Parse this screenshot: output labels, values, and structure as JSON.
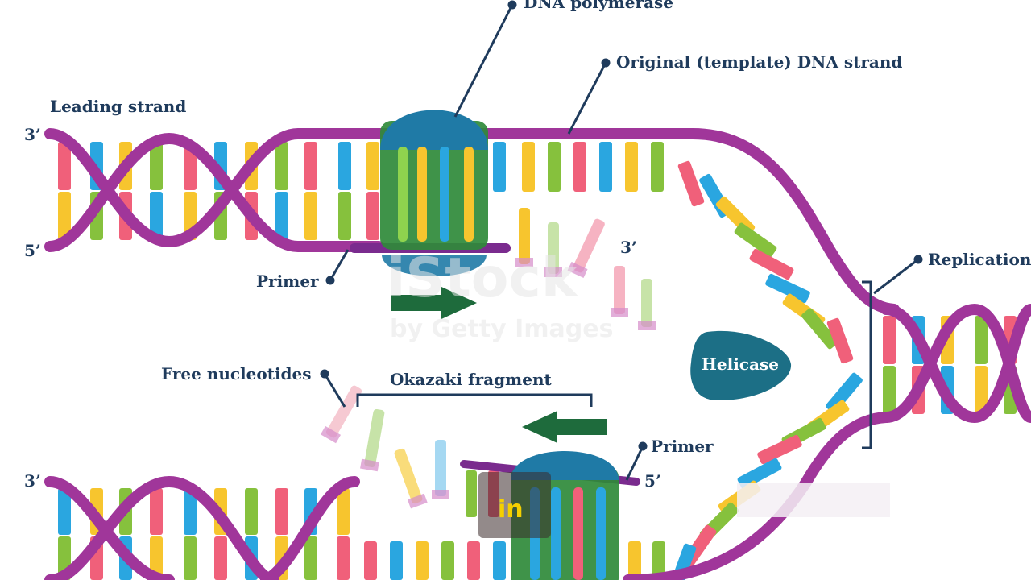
{
  "labels": {
    "dna_polymerase": "DNA polymerase",
    "template_strand": "Original (template) DNA strand",
    "leading_strand": "Leading strand",
    "primer_top": "Primer",
    "primer_bottom": "Primer",
    "free_nucleotides": "Free nucleotides",
    "okazaki_fragment": "Okazaki fragment",
    "helicase": "Helicase",
    "replication": "Replication"
  },
  "ends": {
    "top_left_3": "3’",
    "top_left_5": "5’",
    "mid_3": "3’",
    "bottom_left_3": "3’",
    "bottom_mid_5": "5’"
  },
  "watermark": {
    "main": "iStock",
    "sub": "by Getty Images"
  },
  "caption": "in",
  "colors": {
    "backbone": "#a0369a",
    "backbone_dark": "#7a2b8e",
    "polymerase": "#2f8a3a",
    "polymerase_top": "#1f7aa6",
    "helicase": "#1c6f86",
    "arrow": "#1e6b3c",
    "text": "#1f3b5c",
    "base_red": "#f0607a",
    "base_blue": "#2aa6e0",
    "base_yellow": "#f7c52e",
    "base_green": "#86c13d"
  }
}
